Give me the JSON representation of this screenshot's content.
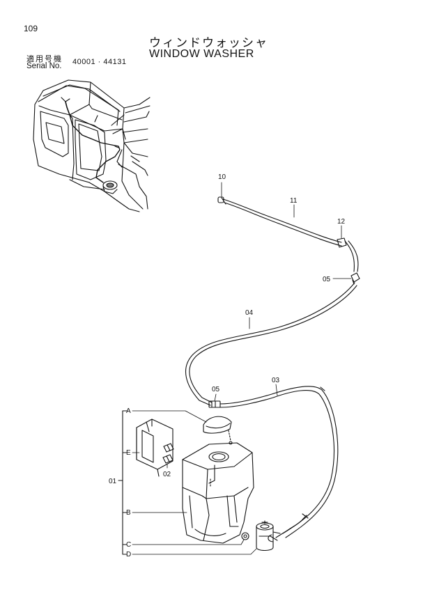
{
  "page": {
    "number": "109"
  },
  "title": {
    "japanese": "ウィンドウォッシャ",
    "english": "WINDOW  WASHER"
  },
  "serial": {
    "label_jp": "適用号機",
    "label_en": "Serial No.",
    "range": "40001 · 44131"
  },
  "callouts": {
    "p10": "10",
    "p11": "11",
    "p12": "12",
    "p05a": "05",
    "p04": "04",
    "p05b": "05",
    "p03": "03",
    "p02": "02",
    "p01": "01",
    "A": "A",
    "B": "B",
    "C": "C",
    "D": "D",
    "E": "E"
  }
}
